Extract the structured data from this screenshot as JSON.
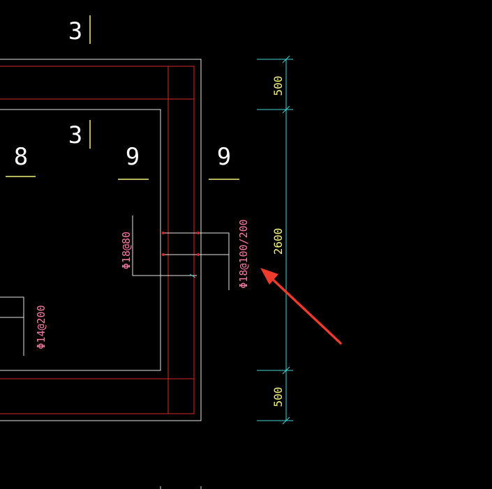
{
  "colors": {
    "background": "#000000",
    "outline": "#e6e6e6",
    "wall": "#d42a2a",
    "dimension": "#40d6d6",
    "dim_text": "#f2ef7a",
    "label_text": "#ffffff",
    "label_underline": "#f2ef7a",
    "rebar_text": "#ff7aa8",
    "arrow": "#ef3b2c"
  },
  "axis_labels": {
    "top_3": "3",
    "inner_3": "3",
    "label_8": "8",
    "label_9_left": "9",
    "label_9_right": "9"
  },
  "dimensions": {
    "top": "500",
    "middle": "2600",
    "bottom": "500"
  },
  "rebar": {
    "stirrup_inner": "Φ18@80",
    "stirrup_outer": "Φ18@100/200",
    "slab_bar": "Φ14@200"
  },
  "annotation": {
    "arrow_icon": "arrow-pointer-icon"
  }
}
